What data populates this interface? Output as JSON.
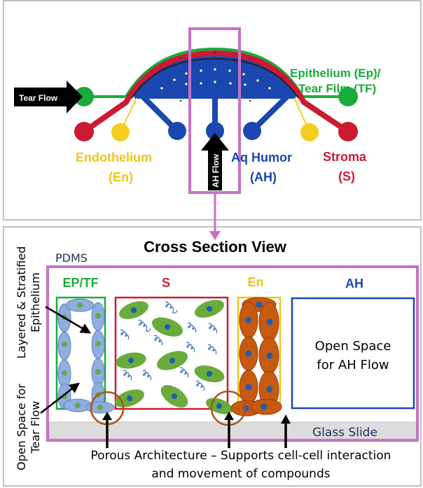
{
  "colors": {
    "green": "#1aab3c",
    "red": "#cc1a33",
    "yellow": "#f5cd1f",
    "blue": "#1a47b0",
    "magenta": "#c473c4",
    "orange": "#c85a0f",
    "cell_blue": "#8fadde",
    "cell_green": "#6aab3c",
    "panel_border": "#c0c0c0",
    "glass": "#dcdcdc",
    "navy_text": "#1f2f5a"
  },
  "top_panel": {
    "tear_flow_label": "Tear Flow",
    "ah_flow_label": "AH Flow",
    "epithelium_label_line1": "Epithelium (Ep)/",
    "epithelium_label_line2": "Tear Film (TF)",
    "endothelium_label_line1": "Endothelium",
    "endothelium_label_line2": "(En)",
    "aq_humor_label_line1": "Aq Humor",
    "aq_humor_label_line2": "(AH)",
    "stroma_label_line1": "Stroma",
    "stroma_label_line2": "(S)"
  },
  "bottom_panel": {
    "title": "Cross Section View",
    "pdms_label": "PDMS",
    "compartments": {
      "ep_tf": "EP/TF",
      "s": "S",
      "en": "En",
      "ah": "AH"
    },
    "open_space_ah_line1": "Open Space",
    "open_space_ah_line2": "for AH Flow",
    "glass_slide_label": "Glass Slide",
    "side_label_epithelium_line1": "Layered & Stratified",
    "side_label_epithelium_line2": "Epithelium",
    "side_label_tear_line1": "Open Space for",
    "side_label_tear_line2": "Tear Flow",
    "caption_line1": "Porous Architecture – Supports cell-cell interaction",
    "caption_line2": "and movement of compounds"
  }
}
